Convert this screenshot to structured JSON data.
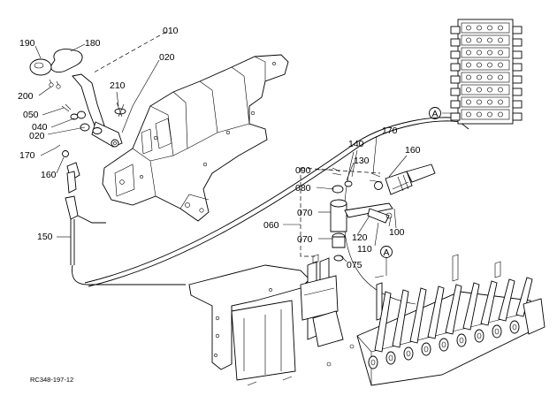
{
  "drawing_code": "RC348-197-12",
  "ref_mark": "A",
  "callouts": {
    "c010": "010",
    "c020a": "020",
    "c020b": "020",
    "c040": "040",
    "c050": "050",
    "c060": "060",
    "c070a": "070",
    "c070b": "070",
    "c075": "075",
    "c080": "080",
    "c090": "090",
    "c100": "100",
    "c110": "110",
    "c120": "120",
    "c130": "130",
    "c140": "140",
    "c150": "150",
    "c160a": "160",
    "c160b": "160",
    "c170a": "170",
    "c170b": "170",
    "c180": "180",
    "c190": "190",
    "c200": "200",
    "c210": "210"
  }
}
